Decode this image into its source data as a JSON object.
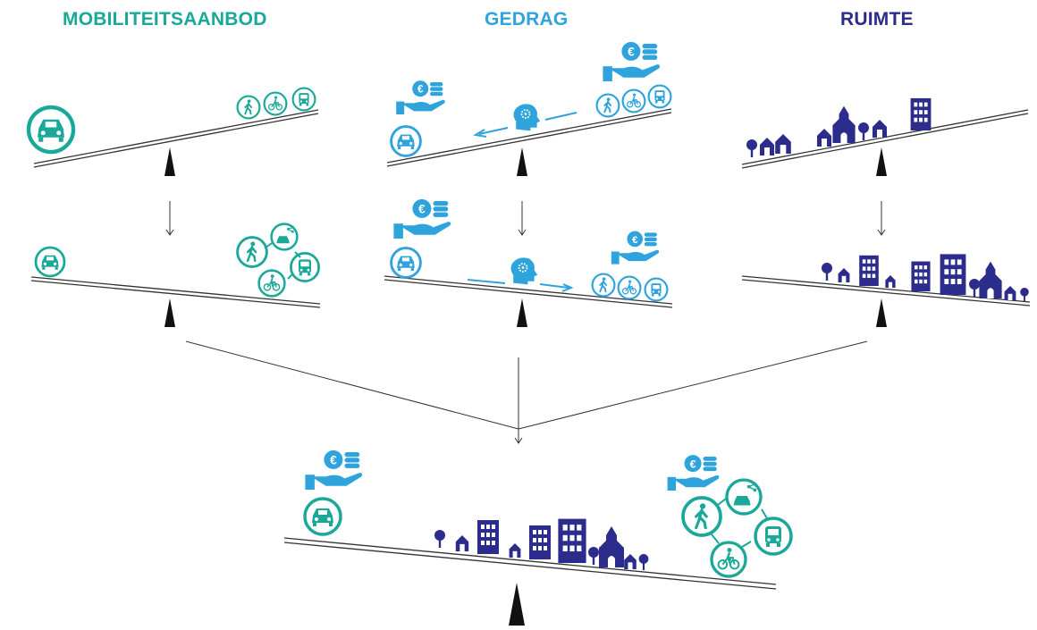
{
  "colors": {
    "mobility": "#1aa898",
    "behaviour": "#2ea3dc",
    "space": "#2b2c8c",
    "line": "#333333",
    "fulcrum": "#111111"
  },
  "headings": {
    "mobility": "MOBILITEITSAANBOD",
    "behaviour": "GEDRAG",
    "space": "RUIMTE"
  },
  "icons": {
    "car": "car-icon",
    "walk": "pedestrian-icon",
    "bike": "bicycle-icon",
    "bus": "bus-icon",
    "shared": "shared-car-icon",
    "money": "hand-with-coins-icon",
    "mind": "head-with-gears-icon",
    "house": "house-icon",
    "church": "church-icon",
    "building": "apartment-building-icon",
    "tree": "tree-icon"
  }
}
